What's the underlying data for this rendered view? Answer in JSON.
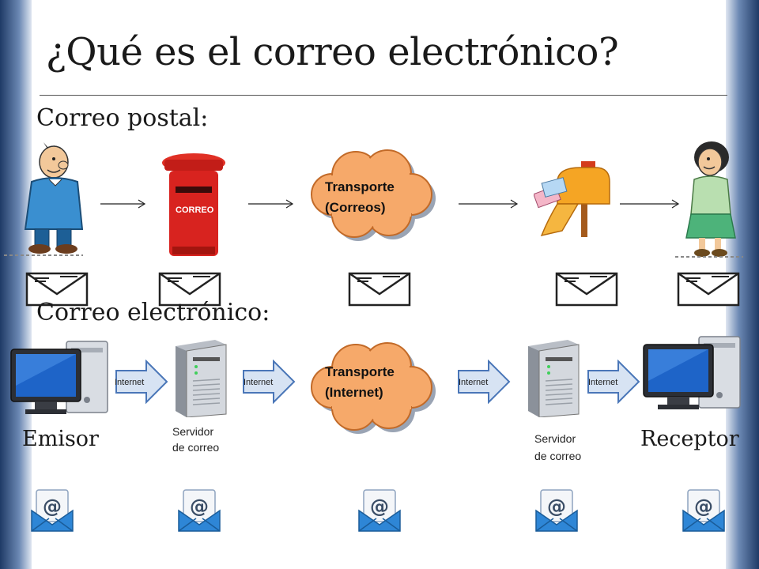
{
  "title": "¿Qué es el correo electrónico?",
  "postal": {
    "label": "Correo postal:",
    "mailbox_text": "CORREO",
    "cloud": {
      "line1": "Transporte",
      "line2": "(Correos)"
    }
  },
  "electronic": {
    "label": "Correo electrónico:",
    "cloud": {
      "line1": "Transporte",
      "line2": "(Internet)"
    },
    "arrow_label": "Internet",
    "sender_label": "Emisor",
    "receiver_label": "Receptor",
    "server_left": {
      "line1": "Servidor",
      "line2": "de correo"
    },
    "server_right": {
      "line1": "Servidor",
      "line2": "de correo"
    }
  },
  "colors": {
    "cloud_fill": "#f6a96a",
    "arrow_fill": "#d7e3f3",
    "arrow_stroke": "#4a76b8",
    "mailbox_red": "#d8231f",
    "monitor_blue": "#1e64c8",
    "side_bar": "#1f3a66"
  }
}
